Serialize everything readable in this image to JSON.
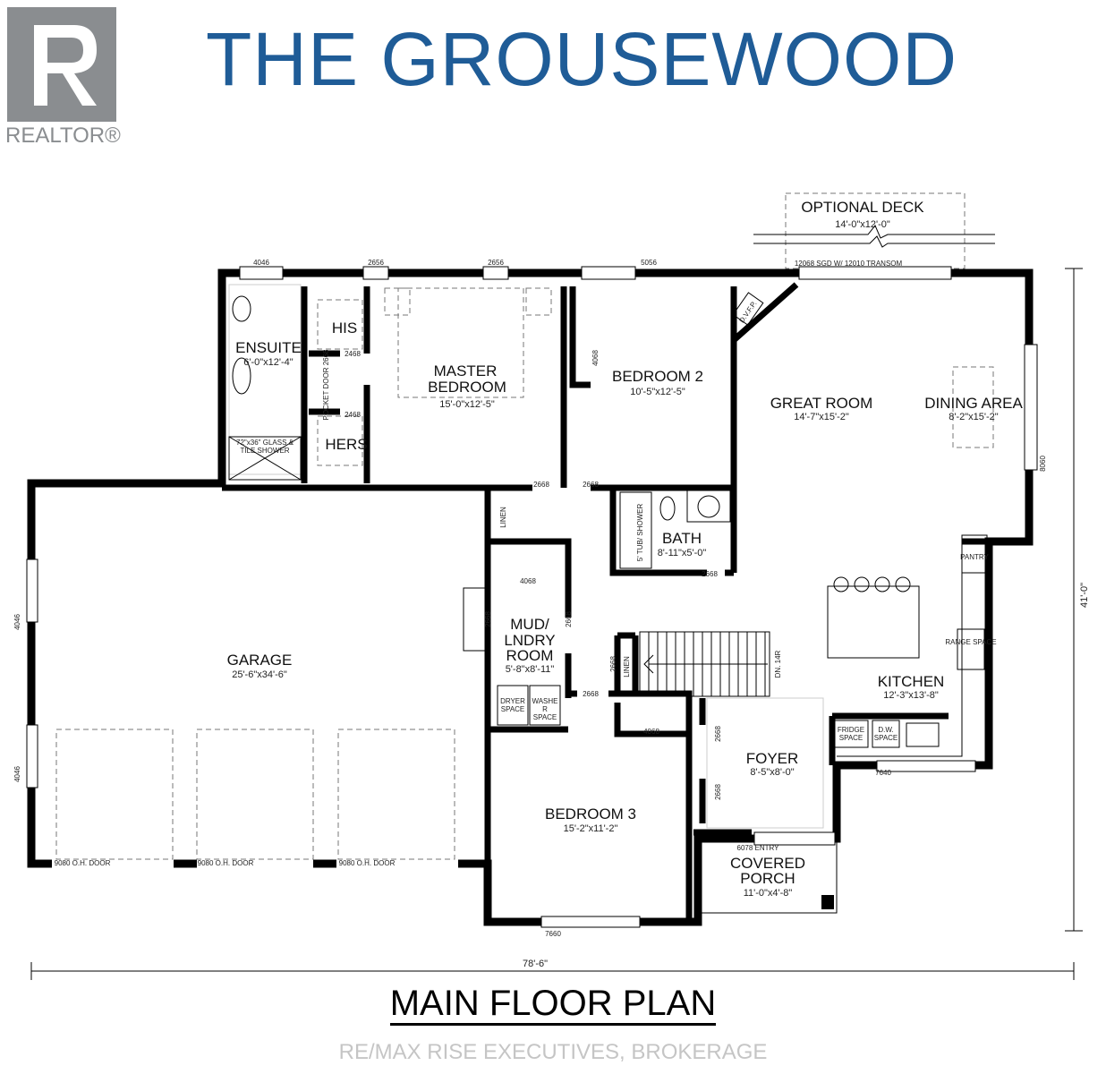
{
  "title": "THE GROUSEWOOD",
  "brand_color": "#1f5c97",
  "logo": {
    "text": "REALTOR®",
    "color": "#8a8d90"
  },
  "footer": "MAIN FLOOR PLAN",
  "watermark": "RE/MAX RISE EXECUTIVES, BROKERAGE",
  "rooms": {
    "deck": {
      "name": "OPTIONAL DECK",
      "size": "14'-0\"x12'-0\""
    },
    "ensuite": {
      "name": "ENSUITE",
      "size": "6'-0\"x12'-4\""
    },
    "his": {
      "name": "HIS"
    },
    "hers": {
      "name": "HERS"
    },
    "master": {
      "name1": "MASTER",
      "name2": "BEDROOM",
      "size": "15'-0\"x12'-5\""
    },
    "bed2": {
      "name": "BEDROOM 2",
      "size": "10'-5\"x12'-5\""
    },
    "great": {
      "name": "GREAT ROOM",
      "size": "14'-7\"x15'-2\""
    },
    "dining": {
      "name": "DINING AREA",
      "size": "8'-2\"x15'-2\""
    },
    "bath": {
      "name": "BATH",
      "size": "8'-11\"x5'-0\""
    },
    "garage": {
      "name": "GARAGE",
      "size": "25'-6\"x34'-6\""
    },
    "mud": {
      "name1": "MUD/",
      "name2": "LNDRY",
      "name3": "ROOM",
      "size": "5'-8\"x8'-11\""
    },
    "kitchen": {
      "name": "KITCHEN",
      "size": "12'-3\"x13'-8\""
    },
    "foyer": {
      "name": "FOYER",
      "size": "8'-5\"x8'-0\""
    },
    "bed3": {
      "name": "BEDROOM 3",
      "size": "15'-2\"x11'-2\""
    },
    "porch": {
      "name1": "COVERED",
      "name2": "PORCH",
      "size": "11'-0\"x4'-8\""
    }
  },
  "fixtures": {
    "shower": "72\"x36\" GLASS & TILE SHOWER",
    "pocket_door": "POCKET DOOR 2668",
    "tub": "5' TUB/ SHOWER",
    "linen": "LINEN",
    "dryer": "DRYER SPACE",
    "washer": "WASHER SPACE",
    "pantry": "PANTRY",
    "range": "RANGE SPACE",
    "fridge": "FRIDGE SPACE",
    "dw": "D.W. SPACE",
    "fireplace": "D.V.F.P.",
    "stairs": "DN. 14R",
    "sgd": "12068 SGD W/ 12010 TRANSOM",
    "entry": "6078 ENTRY",
    "ohdoor": "9080 O.H. DOOR"
  },
  "openings": {
    "w1": "4046",
    "w2": "2656",
    "w3": "2656",
    "w4": "5056",
    "d2468": "2468",
    "d2668": "2668",
    "d4068": "4068",
    "w8060": "8060",
    "w7640": "7640",
    "w7660": "7660",
    "gw": "4046"
  },
  "dimensions": {
    "depth": "41'-0\"",
    "width": "78'-6\""
  }
}
